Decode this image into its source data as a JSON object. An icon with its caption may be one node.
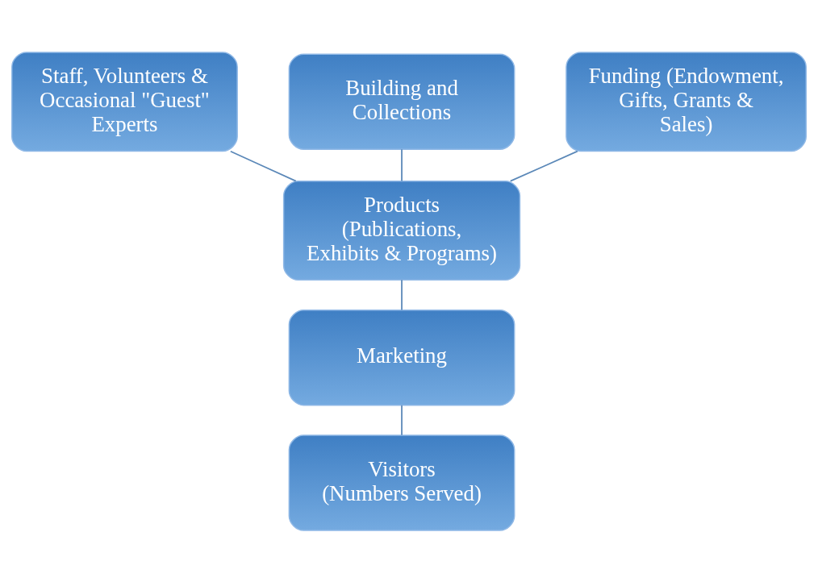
{
  "diagram": {
    "nodes": [
      {
        "text": [
          "Staff, Volunteers & Occasional \"Guest\" Experts"
        ]
      },
      {
        "text": [
          "Building and Collections"
        ]
      },
      {
        "text": [
          "Funding (Endowment, Gifts, Grants & Sales)"
        ]
      },
      {
        "text": [
          "Products",
          "(Publications, Exhibits & Programs)"
        ]
      },
      {
        "text": [
          "Marketing"
        ]
      },
      {
        "text": [
          "Visitors",
          "(Numbers Served)"
        ]
      }
    ],
    "edges": [
      {
        "from": 0,
        "to": 3,
        "arrow": "none"
      },
      {
        "from": 1,
        "to": 3,
        "arrow": "none"
      },
      {
        "from": 2,
        "to": 3,
        "arrow": "none"
      },
      {
        "from": 3,
        "to": 4,
        "arrow": "none"
      },
      {
        "from": 4,
        "to": 5,
        "arrow": "none"
      }
    ]
  }
}
